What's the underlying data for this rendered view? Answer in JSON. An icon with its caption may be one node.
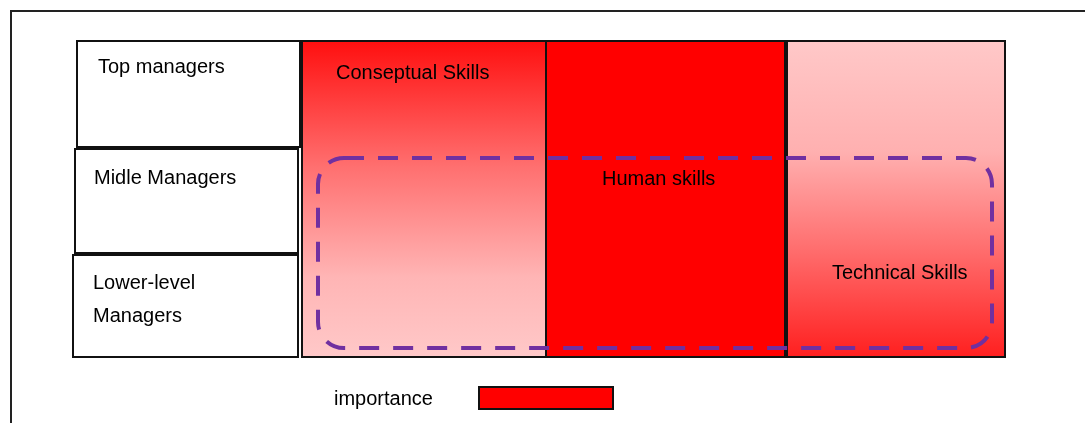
{
  "diagram": {
    "nodes": [
      {
        "text": [
          "Top managers"
        ]
      },
      {
        "text": [
          "Midle Managers"
        ]
      },
      {
        "text": [
          "Lower-level Managers"
        ]
      },
      {
        "text": [
          "Conseptual Skills"
        ]
      },
      {
        "text": [
          "Human skills"
        ]
      },
      {
        "text": [
          "Technical Skills"
        ]
      }
    ],
    "legend": [
      {
        "text": "importance",
        "color": "#ff0000"
      }
    ]
  }
}
